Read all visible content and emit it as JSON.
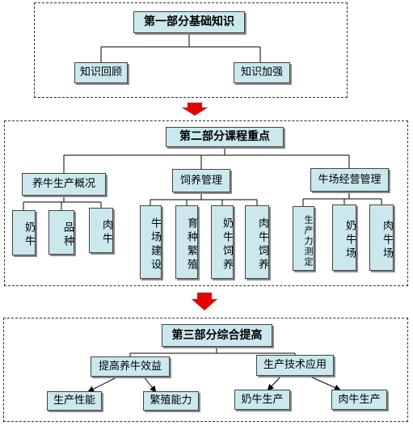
{
  "part1": {
    "title": "第一部分基础知识",
    "items": [
      "知识回顾",
      "知识加强"
    ]
  },
  "part2": {
    "title": "第二部分课程重点",
    "groups": [
      {
        "label": "养牛生产概况",
        "items": [
          "奶牛",
          "品种",
          "肉牛"
        ]
      },
      {
        "label": "饲养管理",
        "items": [
          "牛场建设",
          "育种繁殖",
          "奶牛饲养",
          "肉牛饲养"
        ]
      },
      {
        "label": "牛场经营管理",
        "items": [
          "生产力测定",
          "奶牛场",
          "肉牛场"
        ]
      }
    ]
  },
  "part3": {
    "title": "第三部分综合提高",
    "groups": [
      {
        "label": "提高养牛效益",
        "items": [
          "生产性能",
          "繁殖能力"
        ]
      },
      {
        "label": "生产技术应用",
        "items": [
          "奶牛生产",
          "肉牛生产"
        ]
      }
    ]
  },
  "colors": {
    "box_fill": "#cbe8ee",
    "arrow": "#e60000"
  }
}
